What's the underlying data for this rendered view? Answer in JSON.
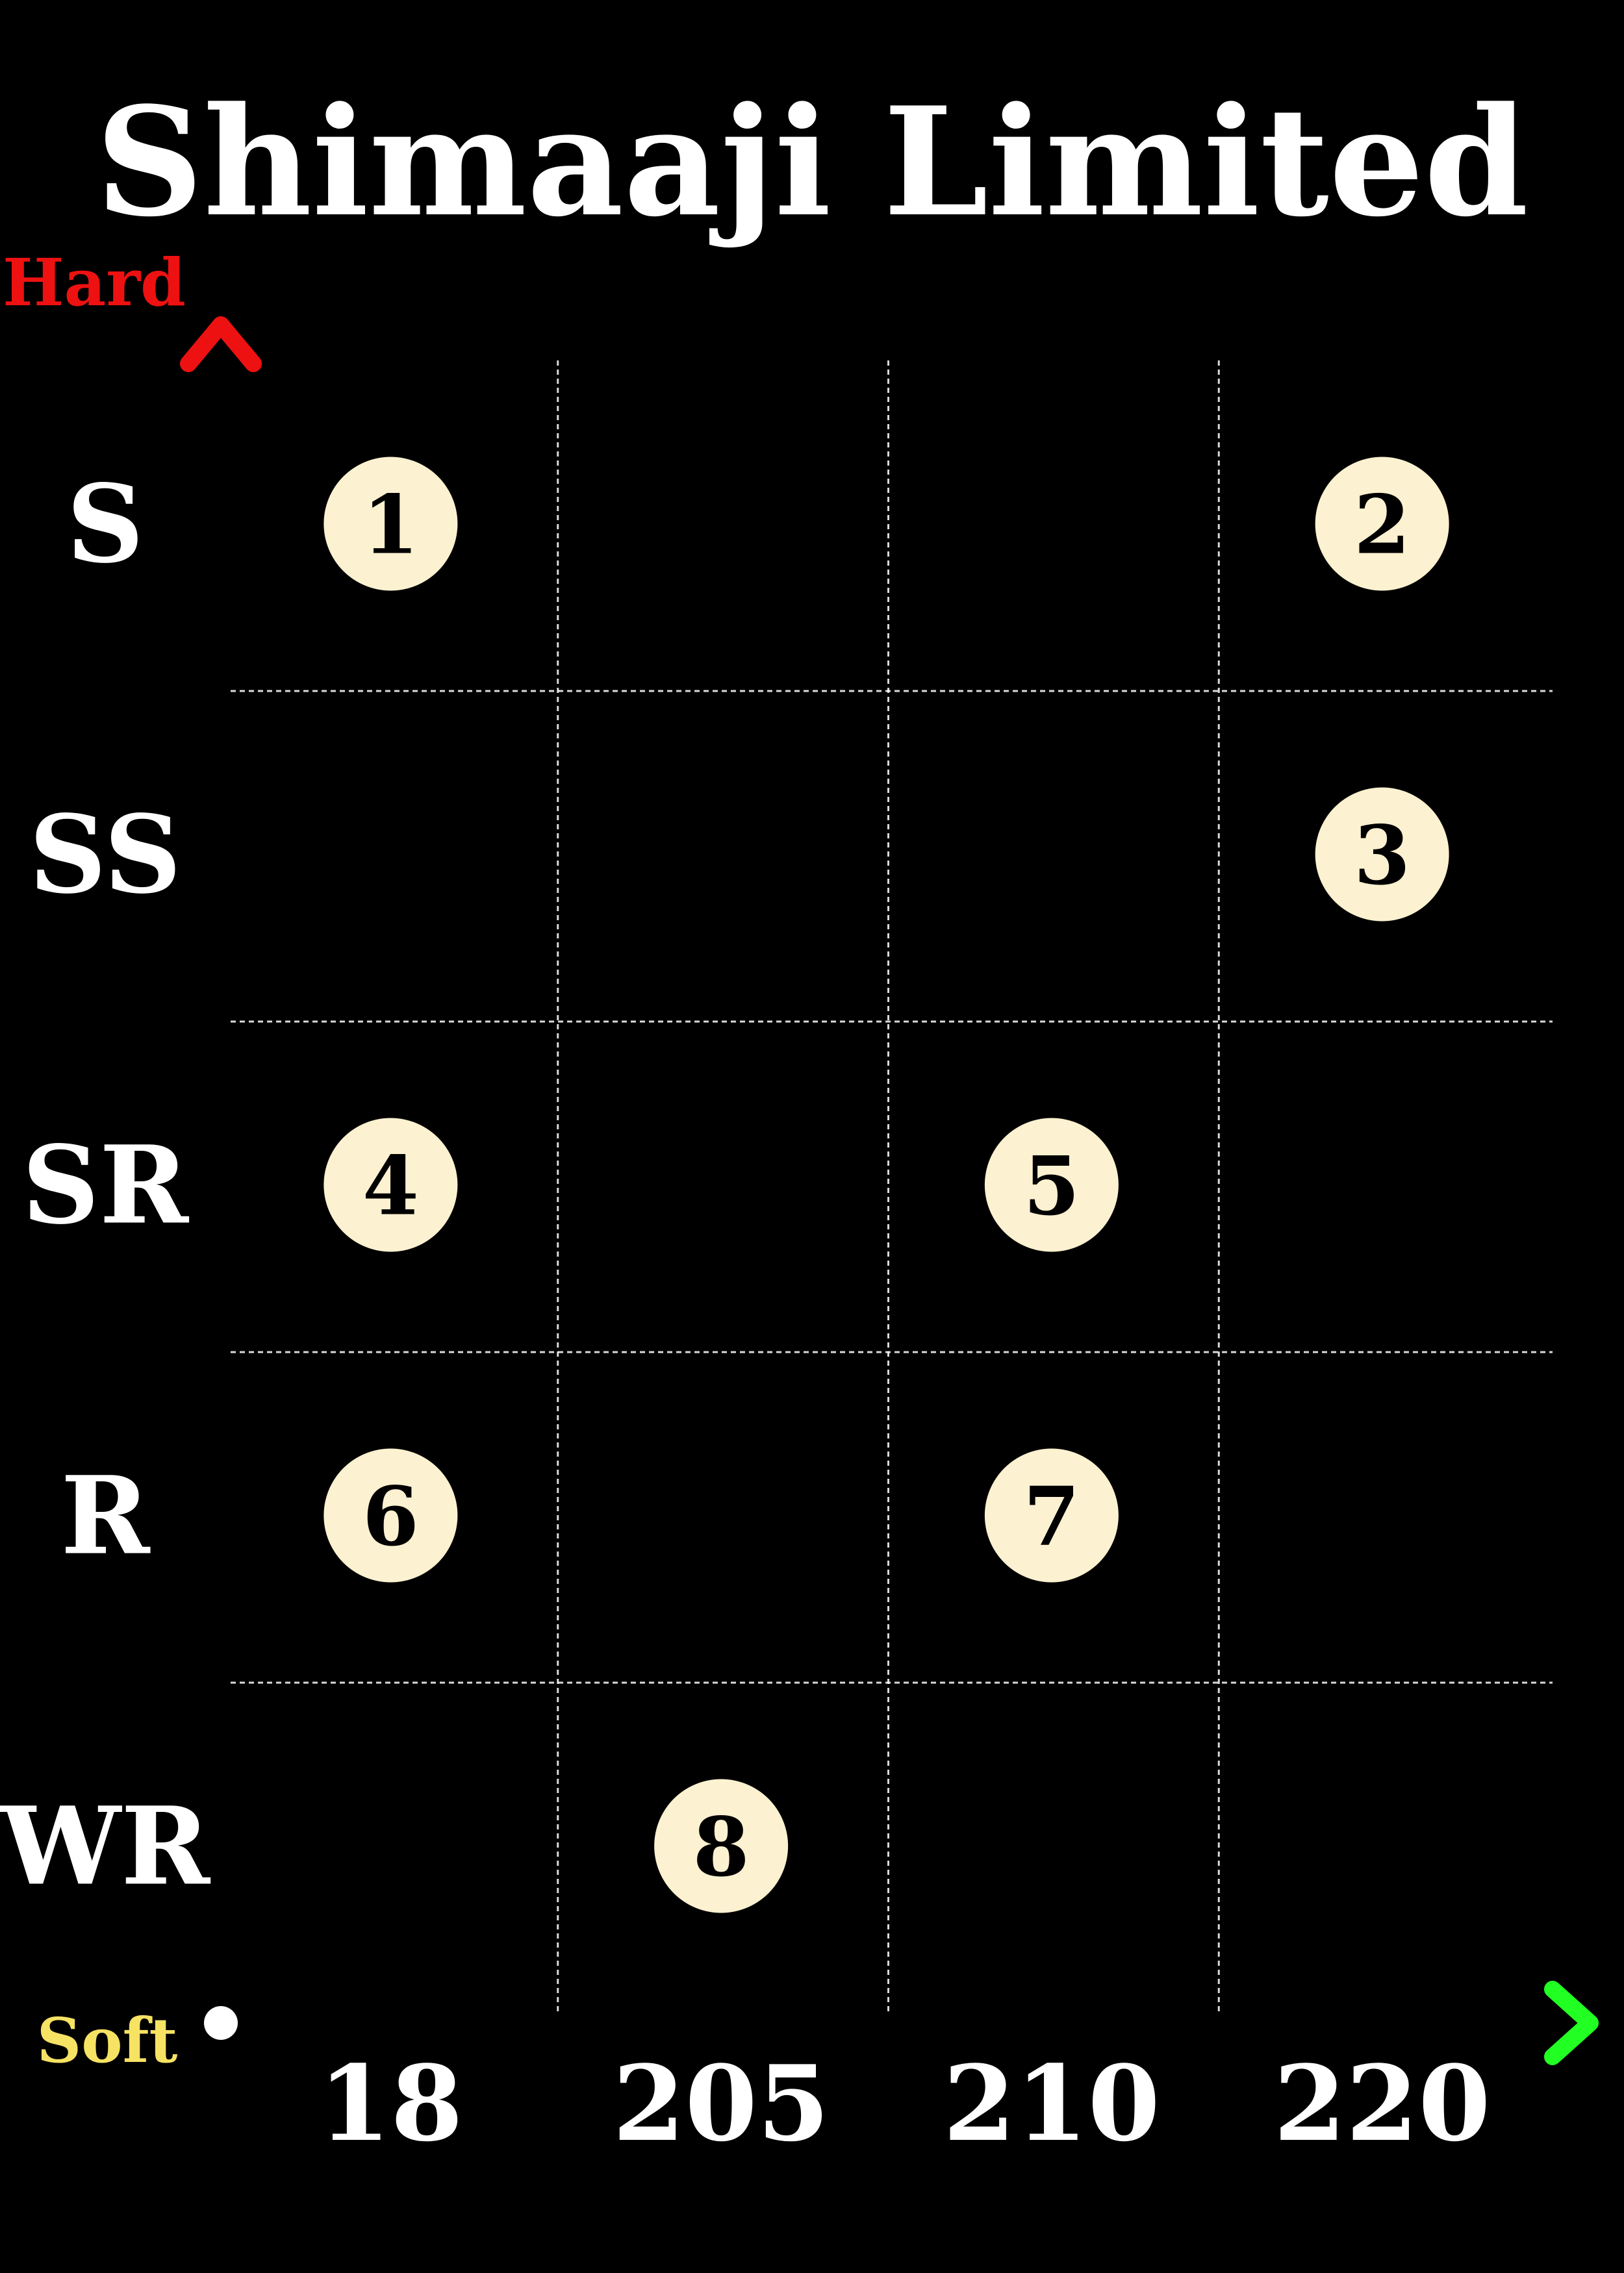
{
  "chart_data": {
    "type": "scatter",
    "title": "Shimaaji Limited",
    "x_categories": [
      "18",
      "205",
      "210",
      "220"
    ],
    "y_categories": [
      "S",
      "SS",
      "SR",
      "R",
      "WR"
    ],
    "y_axis_top_label": "Hard",
    "y_axis_bottom_label": "Soft",
    "grid": true,
    "points": [
      {
        "label": "1",
        "x": "18",
        "y": "S"
      },
      {
        "label": "2",
        "x": "220",
        "y": "S"
      },
      {
        "label": "3",
        "x": "220",
        "y": "SS"
      },
      {
        "label": "4",
        "x": "18",
        "y": "SR"
      },
      {
        "label": "5",
        "x": "210",
        "y": "SR"
      },
      {
        "label": "6",
        "x": "18",
        "y": "R"
      },
      {
        "label": "7",
        "x": "210",
        "y": "R"
      },
      {
        "label": "8",
        "x": "205",
        "y": "WR"
      }
    ],
    "colors": {
      "background": "#000000",
      "text": "#ffffff",
      "hard": "#ee1111",
      "soft": "#f6e263",
      "y_axis_gradient": [
        "#ee1111",
        "#f5e23a"
      ],
      "x_axis_gradient": [
        "#1fd9f0",
        "#22ff22"
      ],
      "marker_fill": "#fcf1d0",
      "marker_text": "#000000",
      "grid": "#ffffff"
    }
  }
}
